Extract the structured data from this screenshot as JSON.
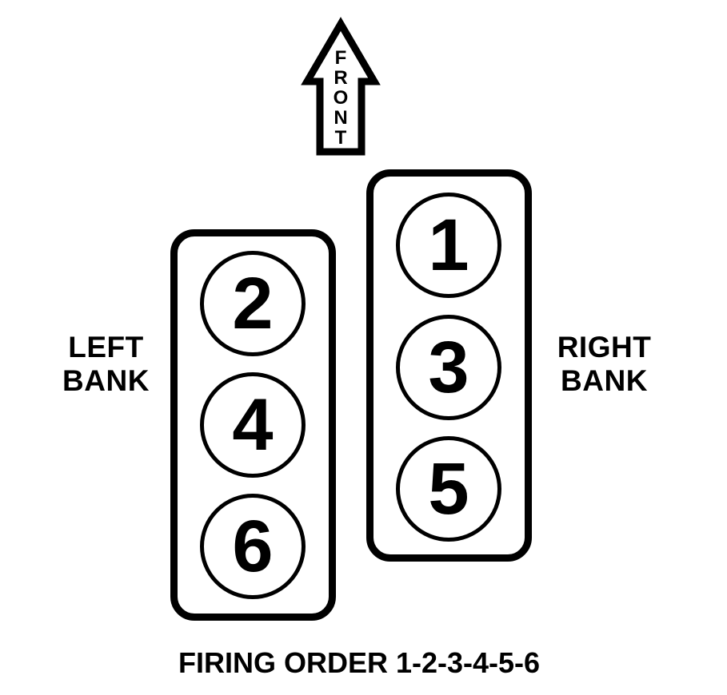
{
  "diagram": {
    "title": "engine-cylinder-firing-order-diagram",
    "front_label": "FRONT",
    "left_bank": {
      "label": "LEFT\nBANK",
      "cylinders": [
        "2",
        "4",
        "6"
      ]
    },
    "right_bank": {
      "label": "RIGHT\nBANK",
      "cylinders": [
        "1",
        "3",
        "5"
      ]
    },
    "firing_order_label": "FIRING ORDER 1-2-3-4-5-6",
    "firing_order": [
      1,
      2,
      3,
      4,
      5,
      6
    ],
    "colors": {
      "line": "#000000",
      "background": "#ffffff"
    }
  }
}
